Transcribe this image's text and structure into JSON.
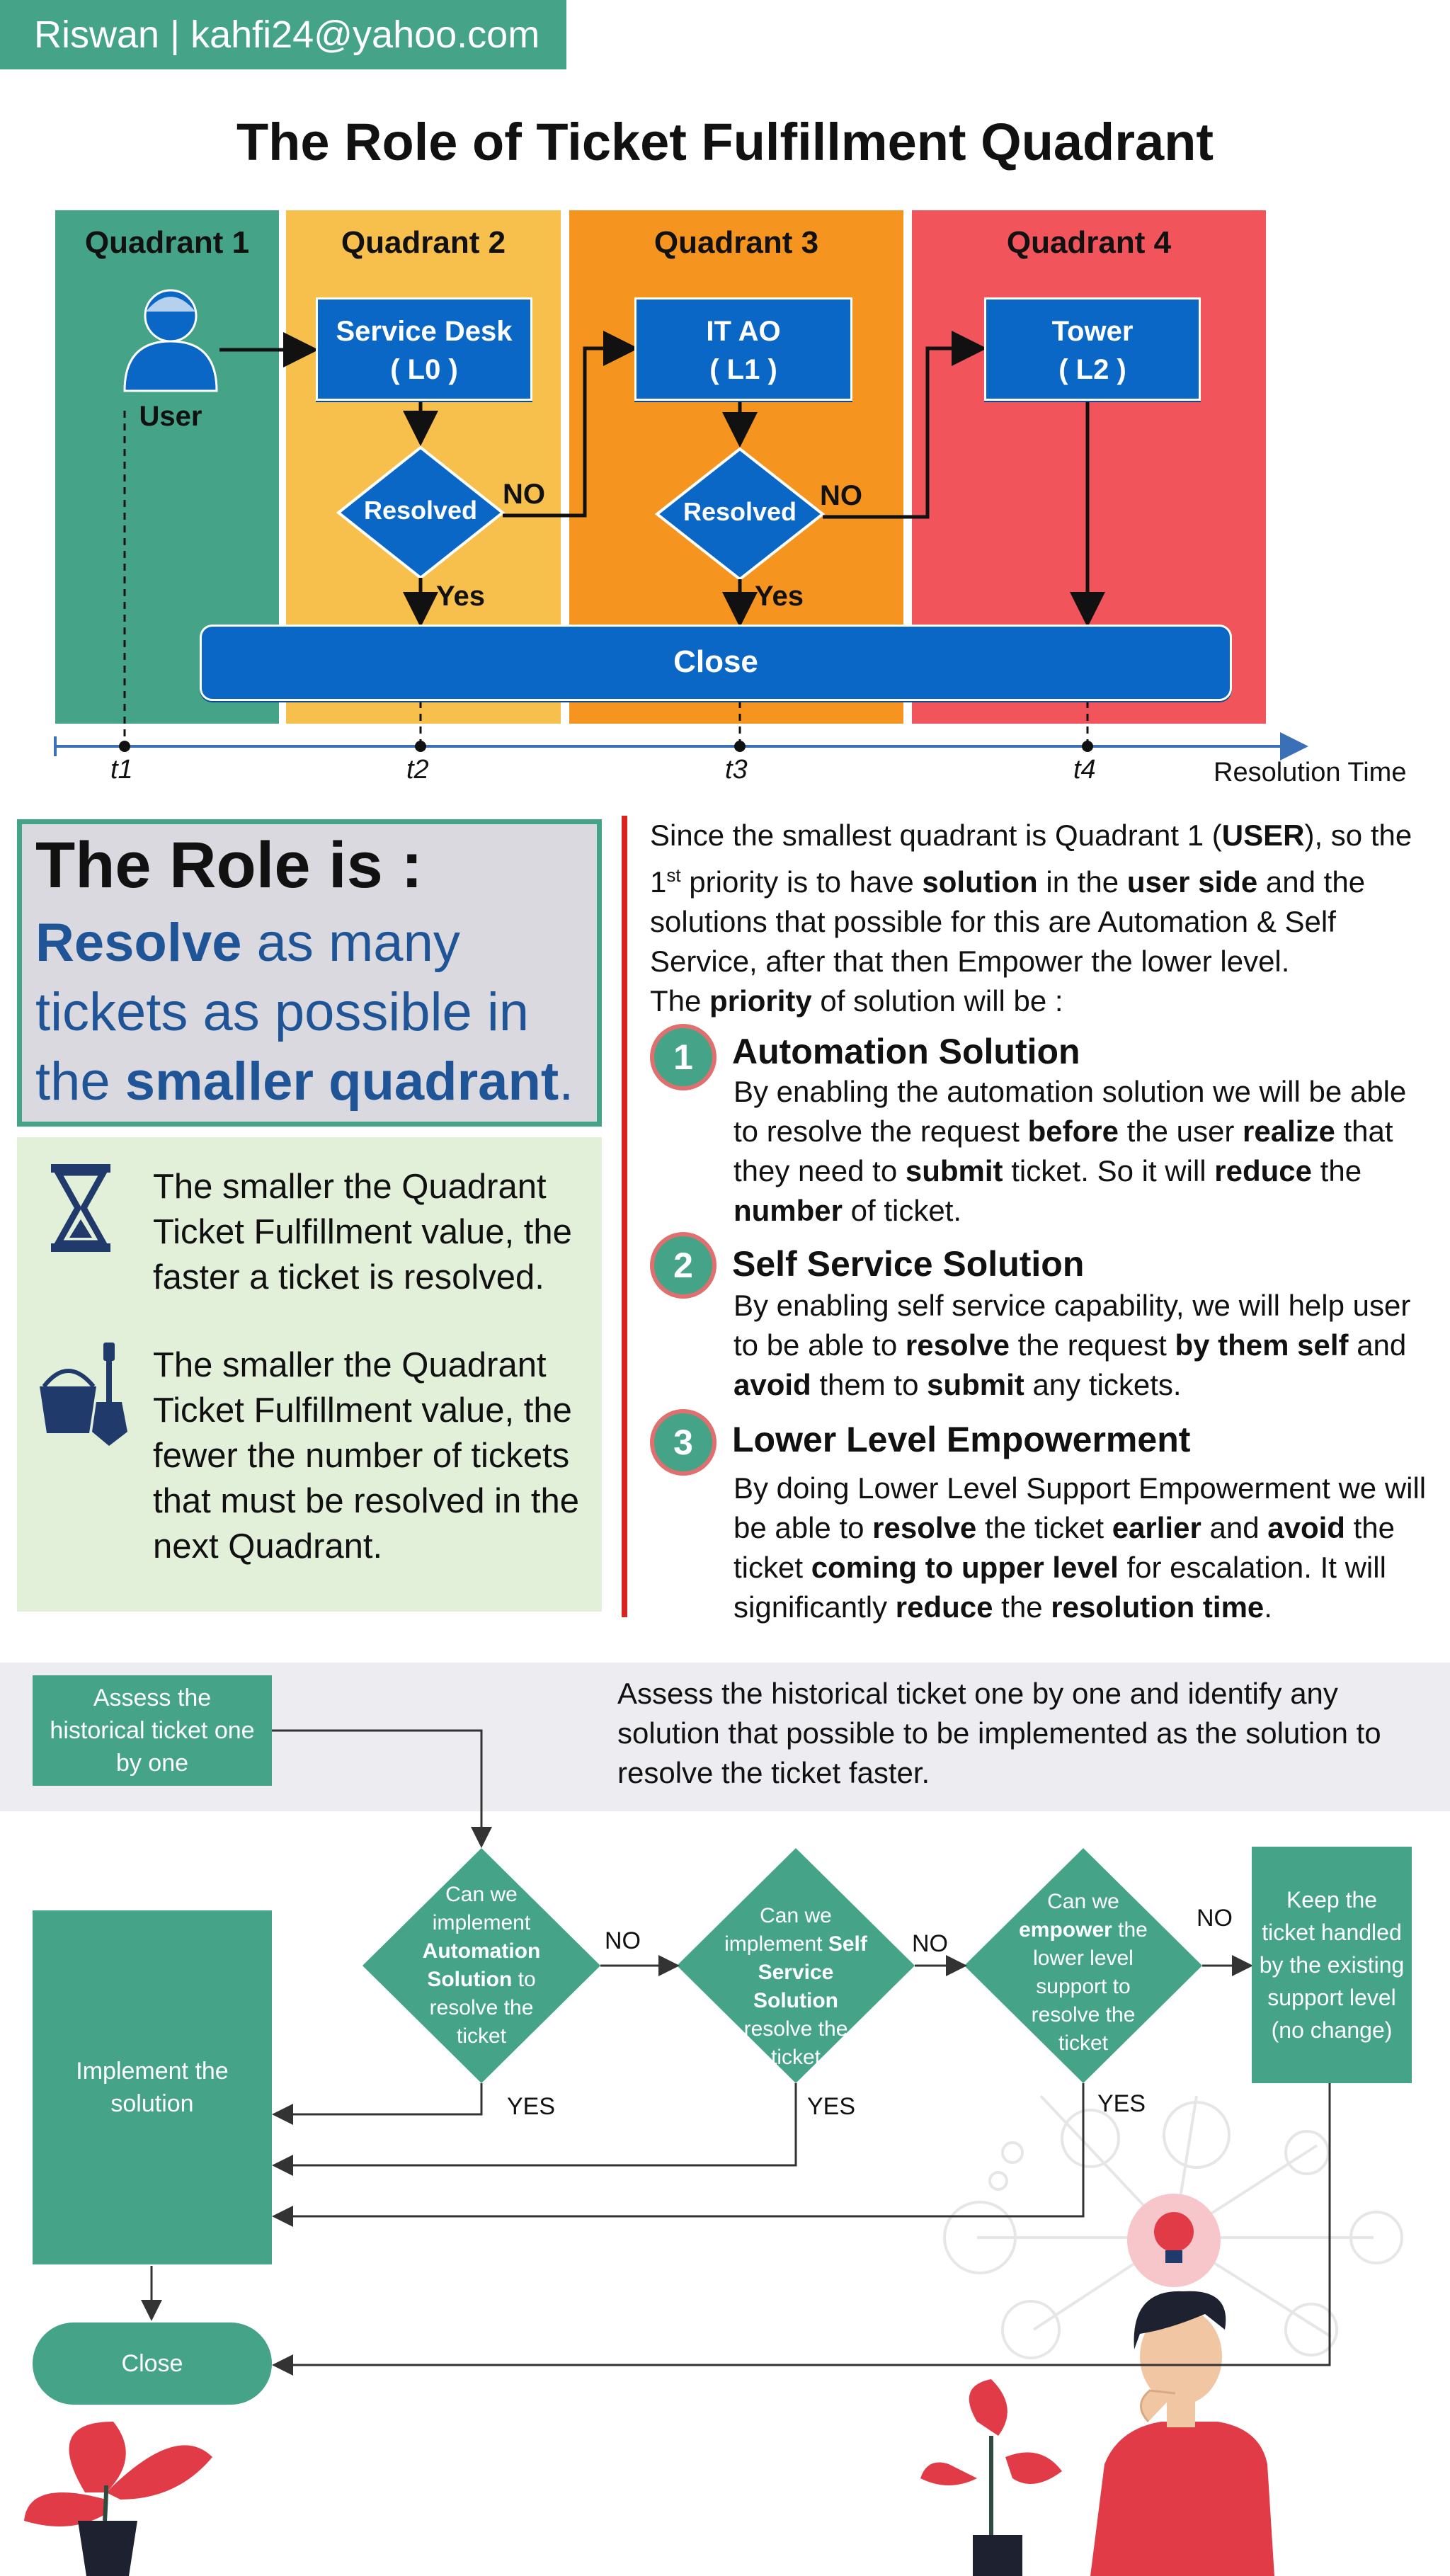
{
  "header": {
    "tag": "Riswan | kahfi24@yahoo.com",
    "title": "The Role of Ticket Fulfillment Quadrant"
  },
  "quadrants": {
    "labels": [
      "Quadrant 1",
      "Quadrant 2",
      "Quadrant 3",
      "Quadrant 4"
    ],
    "colors": {
      "q1": "#45a487",
      "q2": "#f7c04d",
      "q3": "#f5941e",
      "q4": "#f2545b",
      "blue": "#0a67c6"
    },
    "user_label": "User",
    "service_desk": {
      "line1": "Service Desk",
      "line2": "( L0 )"
    },
    "it_ao": {
      "line1": "IT AO",
      "line2": "( L1 )"
    },
    "tower": {
      "line1": "Tower",
      "line2": "( L2 )"
    },
    "resolved": "Resolved",
    "no": "NO",
    "yes": "Yes",
    "close": "Close",
    "ticks": [
      "t1",
      "t2",
      "t3",
      "t4"
    ],
    "axis_label": "Resolution Time"
  },
  "role": {
    "title": "The Role is :",
    "sub_bold1": "Resolve",
    "sub_mid": " as many tickets as possible in the ",
    "sub_bold2": "smaller quadrant",
    "sub_end": ".",
    "point1": "The smaller the Quadrant Ticket Fulfillment value, the faster a ticket is resolved.",
    "point2": "The smaller the Quadrant Ticket Fulfillment value, the fewer the number of tickets that must be resolved in the next Quadrant."
  },
  "solutions": {
    "intro": {
      "a": "Since the smallest quadrant is Quadrant 1 (",
      "b": "USER",
      "c": "), so the",
      "d": "1",
      "e": "st",
      "f": " priority is to have ",
      "g": "solution",
      "h": "  in the ",
      "i": "user side",
      "j": " and the",
      "k": "solutions that possible for this are Automation & Self",
      "l": "Service, after that then Empower the lower level.",
      "m": "The ",
      "n": "priority",
      "o": " of solution will be :"
    },
    "items": [
      {
        "num": "1",
        "title": "Automation Solution"
      },
      {
        "num": "2",
        "title": "Self Service Solution"
      },
      {
        "num": "3",
        "title": "Lower Level Empowerment"
      }
    ],
    "s1": [
      "By enabling the automation solution we will be able",
      "to resolve the request ",
      "before",
      " the user ",
      "realize",
      " that",
      "they need to ",
      "submit",
      " ticket. So it will ",
      "reduce",
      " the",
      "number",
      " of ticket."
    ],
    "s2": [
      "By enabling self service capability, we will help user",
      "to be able to ",
      "resolve",
      " the request ",
      "by them self",
      " and",
      "avoid",
      " them to ",
      "submit",
      " any tickets."
    ],
    "s3": [
      "By doing Lower Level Support Empowerment we will",
      "be able to ",
      "resolve",
      " the ticket ",
      "earlier",
      " and ",
      "avoid",
      " the",
      "ticket ",
      "coming to upper level",
      " for escalation. It will",
      "significantly ",
      "reduce",
      " the ",
      "resolution time",
      "."
    ]
  },
  "flow": {
    "assess_box": "Assess the historical ticket one by one",
    "assess_text": "Assess the historical  ticket one by one and identify any solution that possible to be implemented as the solution to resolve the ticket faster.",
    "implement": "Implement the solution",
    "close": "Close",
    "d1": {
      "a": "Can we implement ",
      "b": "Automation Solution",
      "c": "  to resolve the ticket"
    },
    "d2": {
      "a": "Can we implement ",
      "b": "Self Service Solution",
      "c": " resolve the ticket"
    },
    "d3": {
      "a": "Can we ",
      "b": "empower",
      "c": " the lower level support to resolve the ticket"
    },
    "keep": "Keep the ticket handled by the existing support level (no change)",
    "no": "NO",
    "yes": "YES"
  }
}
